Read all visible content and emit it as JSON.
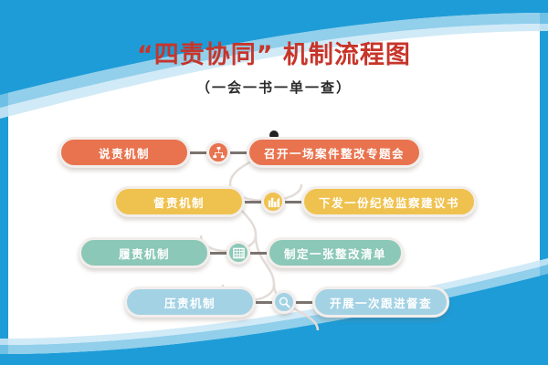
{
  "poster": {
    "title_quote_open": "“",
    "title_key": "四责协同",
    "title_quote_close": "”",
    "title_tail": "机制流程图",
    "title_full": "“四责协同” 机制流程图",
    "subtitle": "（一会一书一单一查）",
    "title_color": "#C7352A",
    "background_color": "#FFFFFF",
    "accent_wave_color": "#1E9CD7"
  },
  "flow": {
    "rows": [
      {
        "mechanism": "说责机制",
        "action": "召开一场案件整改专题会",
        "icon": "org-chart-icon",
        "color": "#E8734E"
      },
      {
        "mechanism": "督责机制",
        "action": "下发一份纪检监察建议书",
        "icon": "bar-chart-document-icon",
        "color": "#EFC24F"
      },
      {
        "mechanism": "履责机制",
        "action": "制定一张整改清单",
        "icon": "grid-list-icon",
        "color": "#8BC8B7"
      },
      {
        "mechanism": "压责机制",
        "action": "开展一次跟进督查",
        "icon": "magnifier-icon",
        "color": "#A3D2E4"
      }
    ]
  }
}
